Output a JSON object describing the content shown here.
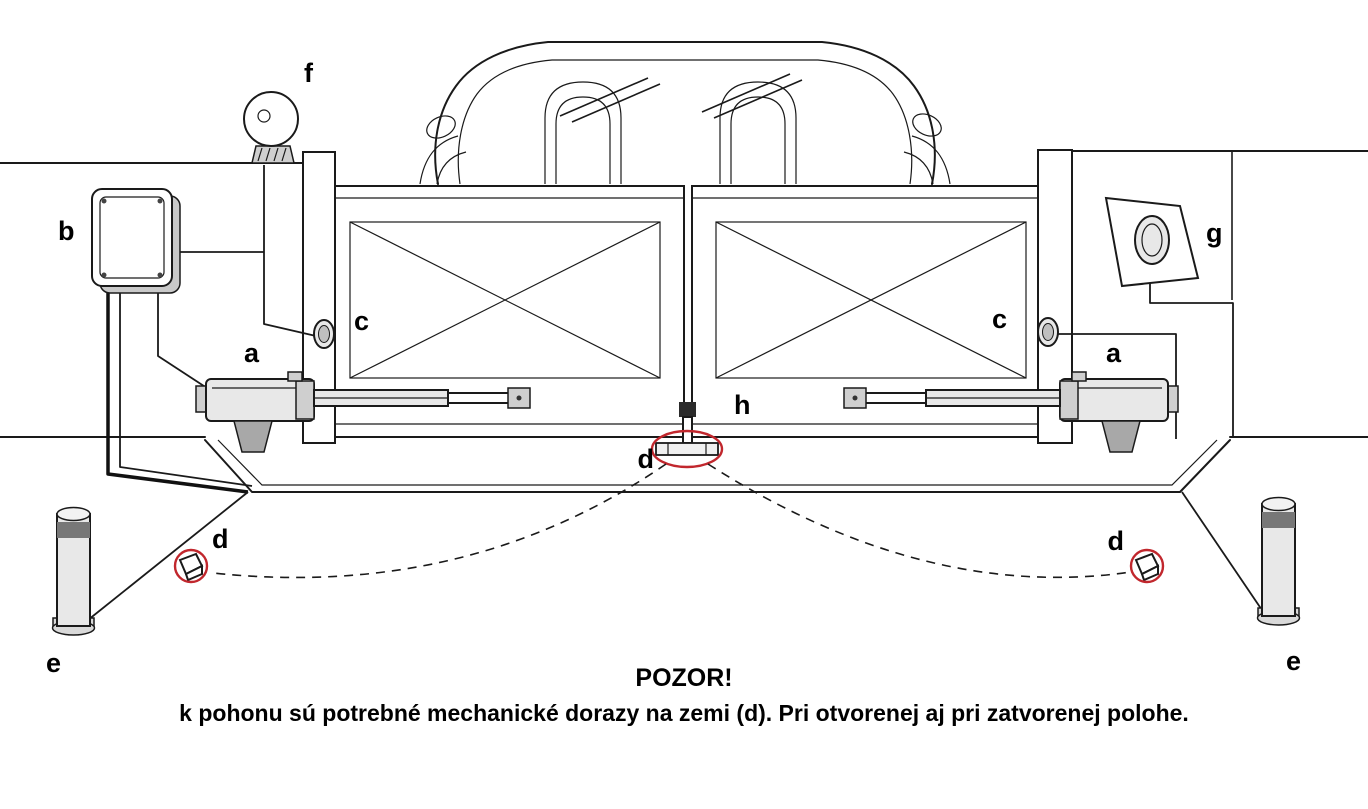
{
  "labels": {
    "a": "a",
    "b": "b",
    "c": "c",
    "d": "d",
    "e": "e",
    "f": "f",
    "g": "g",
    "h": "h"
  },
  "warning": {
    "title": "POZOR!",
    "body": "k pohonu sú potrebné mechanické dorazy na zemi (d). Pri otvorenej aj pri zatvorenej polohe."
  },
  "colors": {
    "outline": "#1a1a1a",
    "highlight_red": "#c1272d",
    "fill_light": "#e8e8e8",
    "fill_mid": "#cfcfcf",
    "fill_dark": "#a8a8a8",
    "background": "#ffffff"
  }
}
